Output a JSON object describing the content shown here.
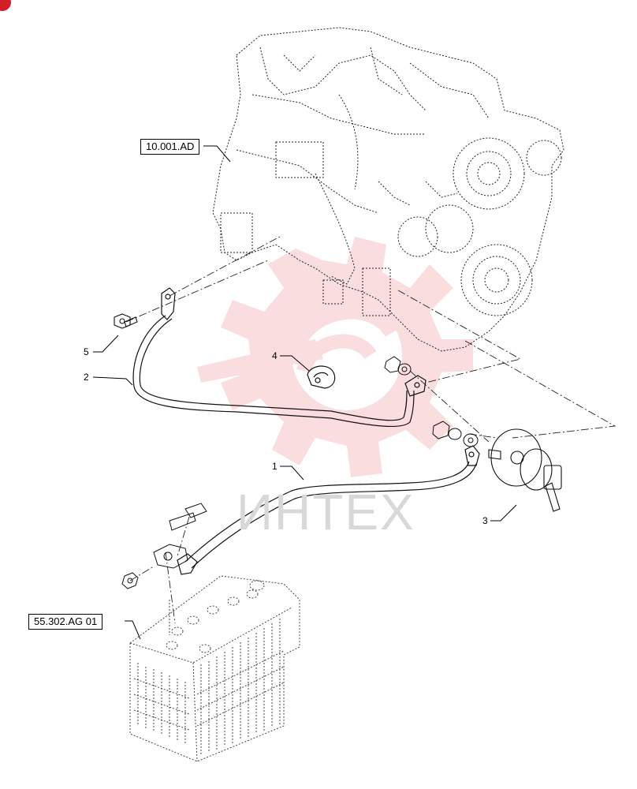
{
  "references": {
    "engine": "10.001.AD",
    "battery": "55.302.AG 01"
  },
  "callouts": [
    "1",
    "2",
    "3",
    "4",
    "5"
  ],
  "watermark": {
    "text": "ИНТЕХ",
    "color": "#f5b5b8"
  },
  "colors": {
    "line": "#000000",
    "watermark_gear": "#f7c9cb",
    "badge": "#d41f2b"
  },
  "parts": [
    {
      "id": "1",
      "name": "battery-positive-cable"
    },
    {
      "id": "2",
      "name": "ground-cable"
    },
    {
      "id": "3",
      "name": "battery-disconnect-switch"
    },
    {
      "id": "4",
      "name": "cable-clip"
    },
    {
      "id": "5",
      "name": "bolt"
    }
  ]
}
